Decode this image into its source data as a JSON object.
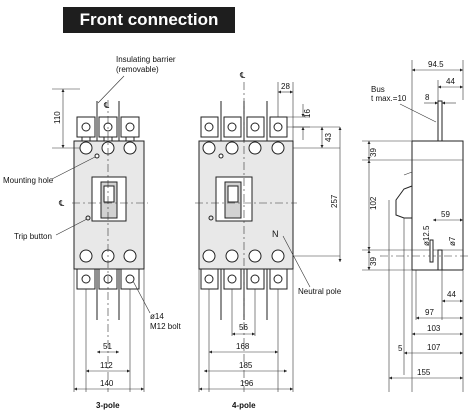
{
  "header": {
    "title": "Front connection"
  },
  "annotations": {
    "insulating_barrier": "Insulating barrier",
    "removable": "(removable)",
    "mounting_hole": "Mounting hole",
    "trip_button": "Trip button",
    "bolt_dia": "ø14",
    "bolt_size": "M12 bolt",
    "neutral_pole": "Neutral pole",
    "bus": "Bus",
    "bus_thickness": "t max.=10",
    "neutral_mark": "N",
    "centerline": "℄"
  },
  "dimensions": {
    "d110": "110",
    "d51": "51",
    "d112": "112",
    "d140": "140",
    "d28": "28",
    "d16": "16",
    "d43": "43",
    "d257": "257",
    "d56": "56",
    "d168": "168",
    "d185": "185",
    "d196": "196",
    "d94_5": "94.5",
    "d44a": "44",
    "d8": "8",
    "d39a": "39",
    "d102": "102",
    "d39b": "39",
    "d59": "59",
    "d12_5": "ø12.5",
    "d7": "ø7",
    "d44b": "44",
    "d97": "97",
    "d103": "103",
    "d5": "5",
    "d107": "107",
    "d155": "155"
  },
  "captions": {
    "three_pole": "3-pole",
    "four_pole": "4-pole"
  }
}
